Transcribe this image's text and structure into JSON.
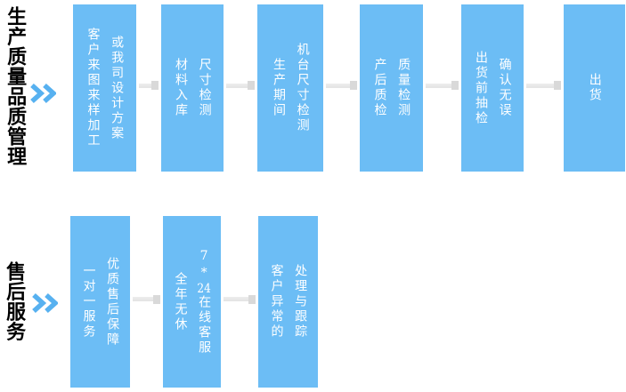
{
  "colors": {
    "background": "#ffffff",
    "box_fill": "#6CBDF5",
    "box_text": "#ffffff",
    "title_text": "#000000",
    "chevron": "#57B1F0",
    "arrow_bar": "#e3e3e3",
    "arrow_head": "#d9d9d9"
  },
  "flows": [
    {
      "title": "生产质量品质管理",
      "boxes": [
        {
          "lines": [
            "客户来图来样加工",
            "或我司设计方案"
          ]
        },
        {
          "lines": [
            "材料入库",
            "尺寸检测"
          ]
        },
        {
          "lines": [
            "生产期间",
            "机台尺寸检测"
          ]
        },
        {
          "lines": [
            "产后质检",
            "质量检测"
          ]
        },
        {
          "lines": [
            "出货前抽检",
            "确认无误"
          ]
        },
        {
          "lines": [
            "出货"
          ]
        }
      ]
    },
    {
      "title": "售后服务",
      "boxes": [
        {
          "lines": [
            "一对一服务",
            "优质售后保障"
          ]
        },
        {
          "lines": [
            "全年无休",
            [
              {
                "text": "7"
              },
              {
                "text": "*"
              },
              {
                "text": "24",
                "tcy": true
              },
              {
                "text": "在线客服"
              }
            ]
          ]
        },
        {
          "lines": [
            "客户异常的",
            "处理与跟踪"
          ]
        }
      ]
    }
  ]
}
